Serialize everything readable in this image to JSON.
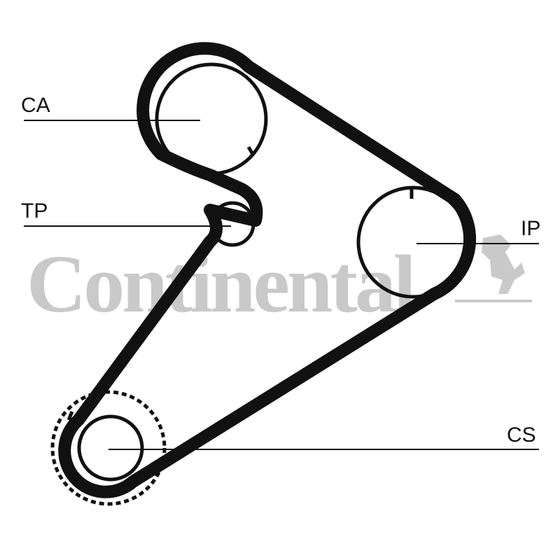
{
  "watermark": {
    "brand": "Continental"
  },
  "labels": {
    "ca": "CA",
    "tp": "TP",
    "ip": "IP",
    "cs": "CS"
  },
  "colors": {
    "belt": "#111111",
    "watermark": "#c9c9c9",
    "leader": "#111111"
  }
}
